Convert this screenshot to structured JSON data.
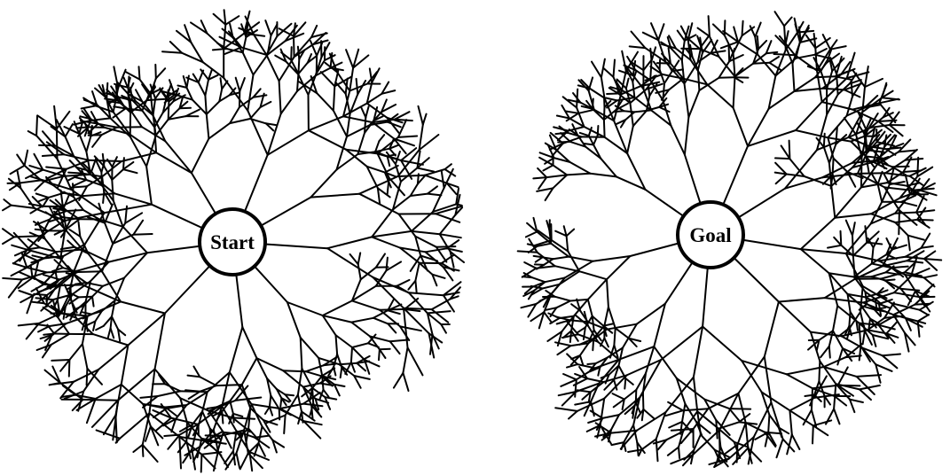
{
  "trees": [
    {
      "id": "start",
      "label": "Start",
      "seed": 11
    },
    {
      "id": "goal",
      "label": "Goal",
      "seed": 29
    }
  ],
  "colors": {
    "line": "#000000",
    "background": "#ffffff"
  }
}
